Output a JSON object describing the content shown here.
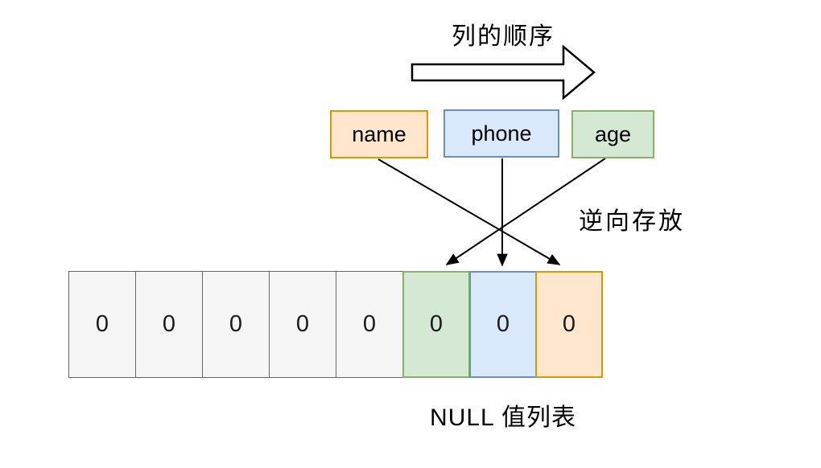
{
  "diagram": {
    "title": "列的顺序",
    "column_boxes": [
      {
        "label": "name",
        "color": "orange"
      },
      {
        "label": "phone",
        "color": "blue"
      },
      {
        "label": "age",
        "color": "green"
      }
    ],
    "reverse_note": "逆向存放",
    "null_bitmap": {
      "caption": "NULL 值列表",
      "cells": [
        {
          "value": "0",
          "color": "gray"
        },
        {
          "value": "0",
          "color": "gray"
        },
        {
          "value": "0",
          "color": "gray"
        },
        {
          "value": "0",
          "color": "gray"
        },
        {
          "value": "0",
          "color": "gray"
        },
        {
          "value": "0",
          "color": "green"
        },
        {
          "value": "0",
          "color": "blue"
        },
        {
          "value": "0",
          "color": "orange"
        }
      ]
    },
    "arrows": [
      {
        "from": "name",
        "to": "cell-8"
      },
      {
        "from": "phone",
        "to": "cell-7"
      },
      {
        "from": "age",
        "to": "cell-6"
      }
    ],
    "colors": {
      "orange_fill": "#ffe6cc",
      "orange_stroke": "#d79b00",
      "blue_fill": "#dae8fc",
      "blue_stroke": "#6c8ebf",
      "green_fill": "#d5e8d4",
      "green_stroke": "#82b366",
      "gray_fill": "#f5f5f5",
      "gray_stroke": "#666666",
      "line": "#000000"
    }
  }
}
